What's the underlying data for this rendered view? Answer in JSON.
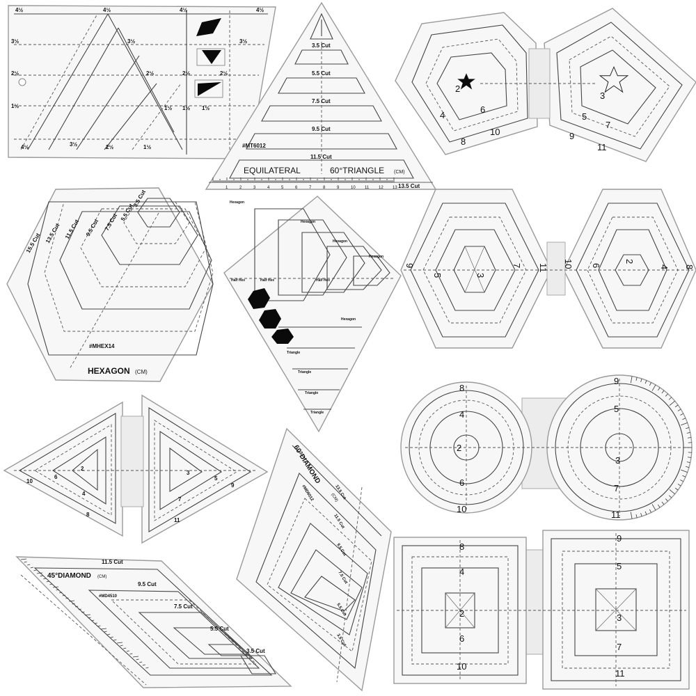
{
  "colors": {
    "background": "#ffffff",
    "ruler_fill": "#f7f7f7",
    "line": "#333333",
    "solid": "#0a0a0a"
  },
  "half_square_ruler": {
    "marks": [
      "4½",
      "4½",
      "4½",
      "4½",
      "3½",
      "3½",
      "3½",
      "2½",
      "2½",
      "2½",
      "2½",
      "1½",
      "1½",
      "1½",
      "1½",
      "4½",
      "3½",
      "2½",
      "1½"
    ]
  },
  "triangle_ruler": {
    "cut_labels": [
      "3.5 Cut",
      "5.5 Cut",
      "7.5 Cut",
      "9.5 Cut",
      "11.5 Cut",
      "13.5 Cut"
    ],
    "model": "#MT6012",
    "title_left": "EQUILATERAL",
    "title_right": "60°TRIANGLE",
    "unit": "(CM)",
    "scale": [
      "1",
      "2",
      "3",
      "4",
      "5",
      "6",
      "7",
      "8",
      "9",
      "10",
      "11",
      "12",
      "13"
    ]
  },
  "pentagon_pair": {
    "left_labels": [
      "2",
      "4",
      "6",
      "8",
      "10"
    ],
    "right_labels": [
      "3",
      "5",
      "7",
      "9",
      "11"
    ]
  },
  "hexagon_ruler": {
    "cut_labels": [
      "3.5 Cut",
      "5.5 Cut",
      "7.5 Cut",
      "9.5 Cut",
      "11.5 Cut",
      "13.5 Cut",
      "15.5 Cut"
    ],
    "model": "#MHEX14",
    "title": "HEXAGON",
    "unit": "(CM)"
  },
  "hexagon_diamond_ruler": {
    "labels": [
      "Hexagon",
      "Hexagon",
      "Hexagon",
      "Hexagon",
      "Half Hex",
      "Half Hex",
      "Half Hex",
      "Hexagon",
      "Triangle",
      "Triangle",
      "Triangle",
      "Triangle"
    ]
  },
  "hexagon_pair": {
    "left_labels": [
      "5",
      "3",
      "7",
      "9",
      "11"
    ],
    "right_labels": [
      "10",
      "6",
      "2",
      "4",
      "8"
    ]
  },
  "kite_pair": {
    "left_labels": [
      "2",
      "6",
      "4",
      "10",
      "8"
    ],
    "right_labels": [
      "3",
      "5",
      "7",
      "9",
      "11"
    ]
  },
  "circle_pair": {
    "left_labels": [
      "8",
      "4",
      "2",
      "6",
      "10"
    ],
    "right_labels": [
      "9",
      "5",
      "3",
      "7",
      "11"
    ]
  },
  "diamond60_ruler": {
    "title": "60°DIAMOND",
    "unit": "(CM)",
    "model": "#MD6012",
    "cut_labels": [
      "13.5 Cut",
      "11.5 Cut",
      "9.5 Cut",
      "7.5 Cut",
      "5.5 Cut",
      "3.5 Cut"
    ]
  },
  "diamond45_ruler": {
    "title": "45°DIAMOND",
    "unit": "(CM)",
    "model": "#MD4510",
    "cut_labels": [
      "11.5 Cut",
      "9.5 Cut",
      "7.5 Cut",
      "5.5 Cut",
      "3.5 Cut"
    ]
  },
  "square_pair": {
    "left_labels": [
      "8",
      "4",
      "2",
      "6",
      "10"
    ],
    "right_labels": [
      "9",
      "5",
      "3",
      "7",
      "11"
    ]
  }
}
